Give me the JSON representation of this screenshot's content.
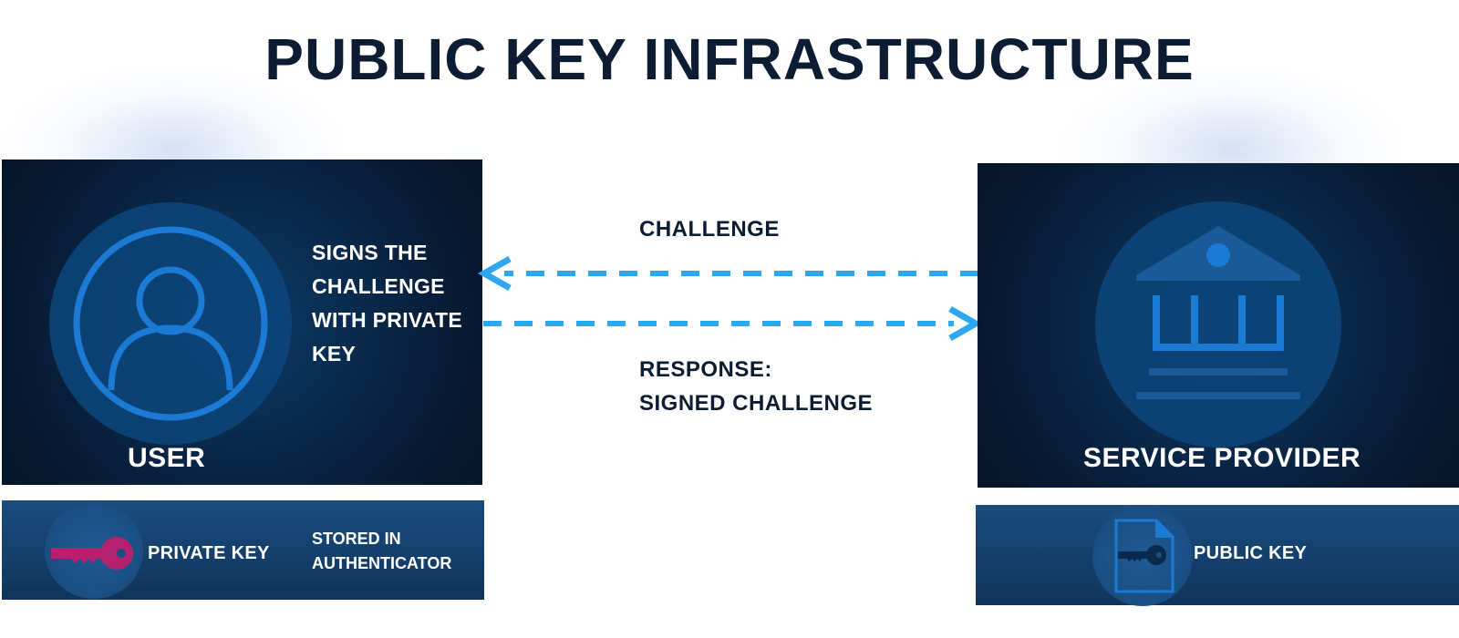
{
  "title": "PUBLIC KEY INFRASTRUCTURE",
  "user_panel": {
    "label": "USER",
    "description_lines": [
      "SIGNS THE",
      "CHALLENGE",
      "WITH PRIVATE",
      "KEY"
    ],
    "icon": "user-icon"
  },
  "provider_panel": {
    "label": "SERVICE PROVIDER",
    "icon": "bank-building-icon"
  },
  "private_key_strip": {
    "label": "PRIVATE KEY",
    "stored_lines": [
      "STORED IN",
      "AUTHENTICATOR"
    ],
    "icon": "key-icon"
  },
  "public_key_strip": {
    "label": "PUBLIC KEY",
    "icon": "key-document-icon"
  },
  "flows": {
    "challenge_label": "CHALLENGE",
    "response_lines": [
      "RESPONSE:",
      "SIGNED CHALLENGE"
    ]
  },
  "colors": {
    "title_text": "#0c1d33",
    "panel_dark": "#071a33",
    "accent_blue": "#1a7ad4",
    "arrow_blue": "#2ea6f0",
    "private_key_magenta": "#b5216f"
  }
}
